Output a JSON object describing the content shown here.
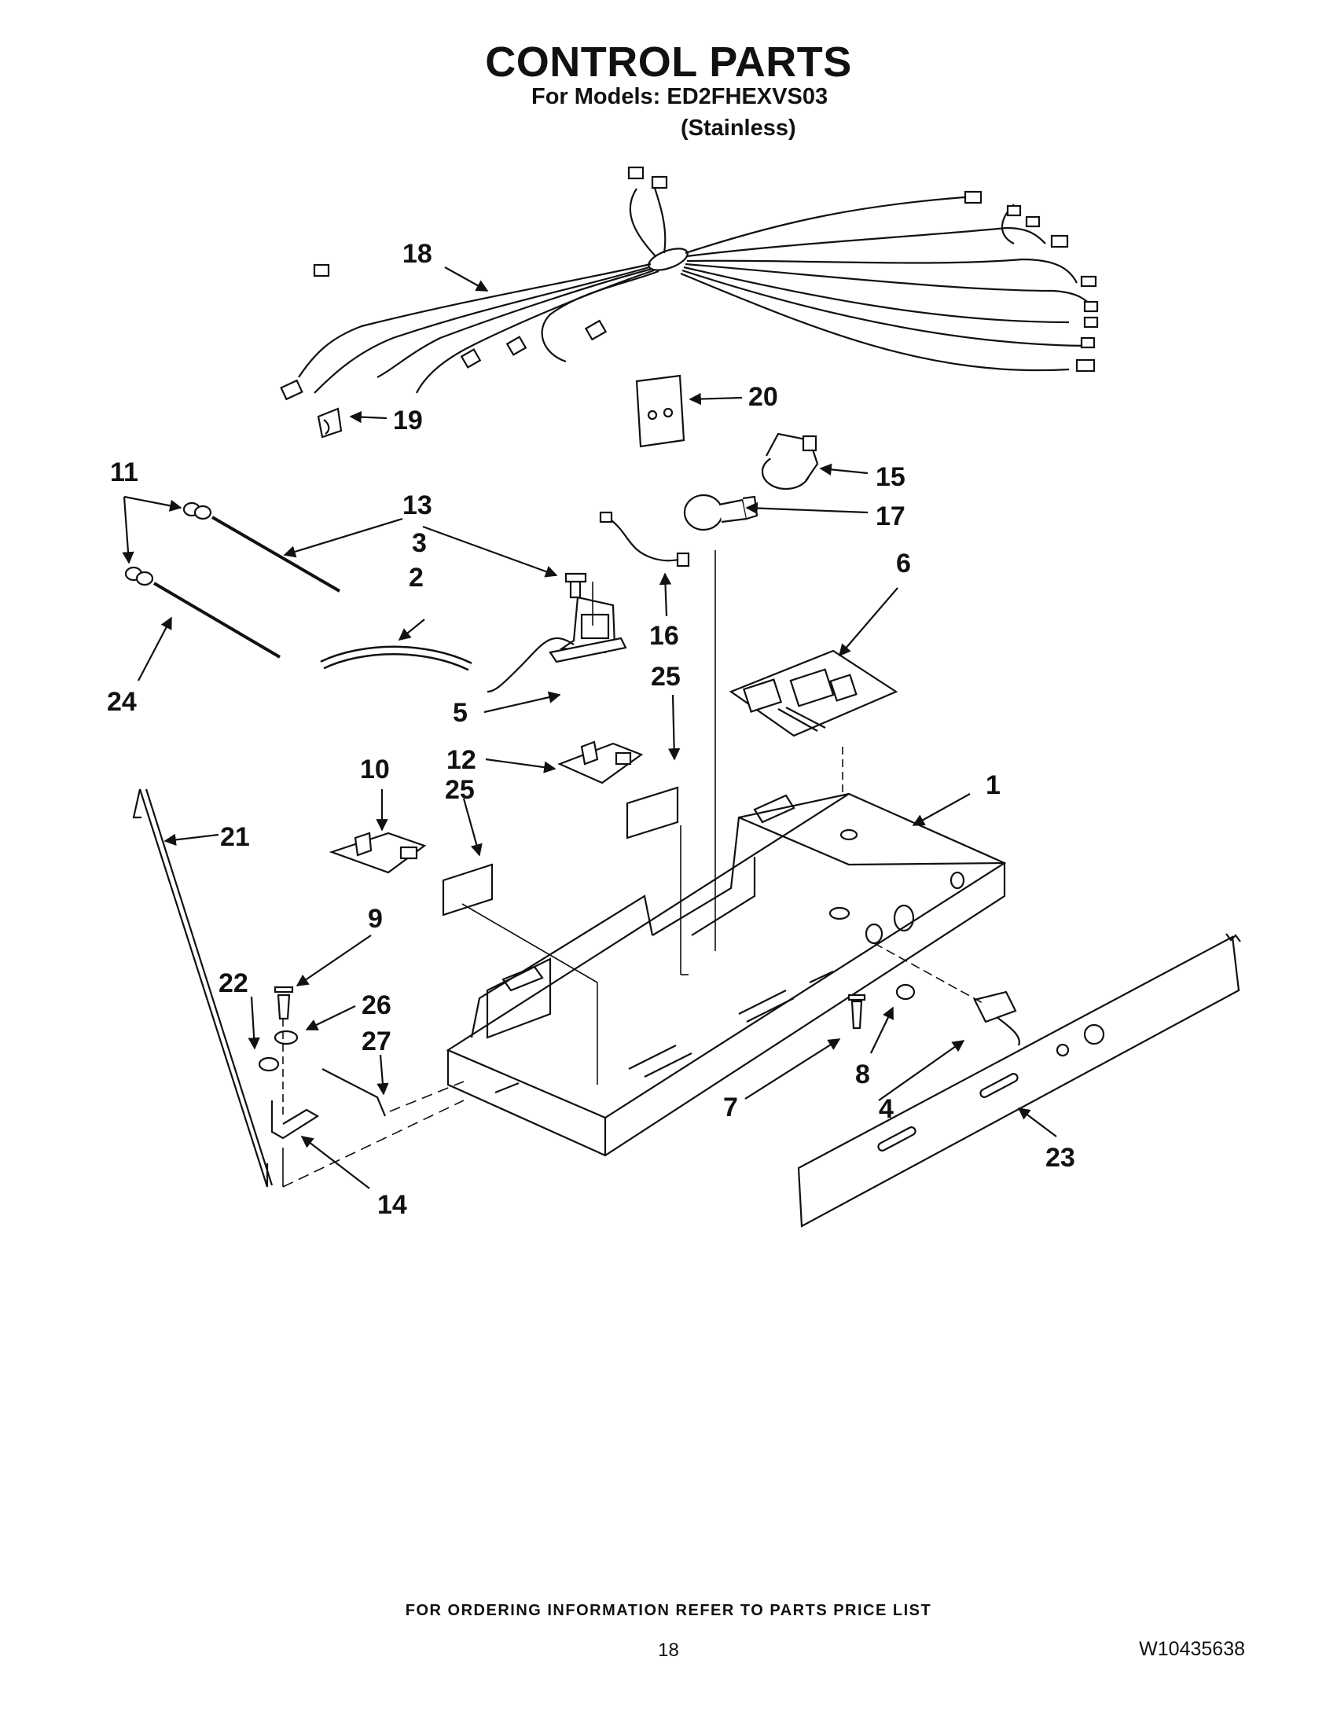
{
  "header": {
    "title": "CONTROL PARTS",
    "models_line": "For Models: ED2FHEXVS03",
    "variant": "(Stainless)"
  },
  "callouts": [
    "1",
    "2",
    "3",
    "4",
    "5",
    "6",
    "7",
    "8",
    "9",
    "10",
    "11",
    "12",
    "13",
    "14",
    "15",
    "16",
    "17",
    "18",
    "19",
    "20",
    "21",
    "22",
    "23",
    "24",
    "25",
    "25",
    "26",
    "27"
  ],
  "footer": {
    "ordering_note": "FOR ORDERING INFORMATION REFER TO PARTS PRICE LIST",
    "page_number": "18",
    "document_number": "W10435638"
  }
}
